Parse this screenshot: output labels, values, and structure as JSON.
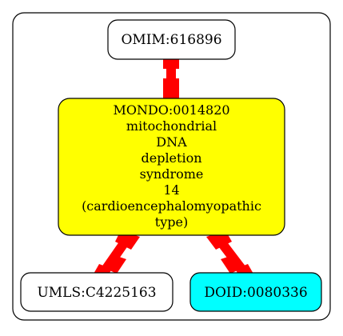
{
  "nodes": {
    "omim": {
      "label": "OMIM:616896",
      "fill": "#ffffff"
    },
    "mondo": {
      "lines": [
        "MONDO:0014820",
        "mitochondrial",
        "DNA",
        "depletion",
        "syndrome",
        "14",
        "(cardioencephalomyopathic",
        "type)"
      ],
      "fill": "#ffff00"
    },
    "umls": {
      "label": "UMLS:C4225163",
      "fill": "#ffffff"
    },
    "doid": {
      "label": "DOID:0080336",
      "fill": "#00ffff"
    }
  },
  "edges": [
    {
      "from": "omim",
      "to": "mondo",
      "color": "#ff0000"
    },
    {
      "from": "mondo",
      "to": "umls",
      "color": "#ff0000"
    },
    {
      "from": "mondo",
      "to": "doid",
      "color": "#ff0000"
    }
  ]
}
